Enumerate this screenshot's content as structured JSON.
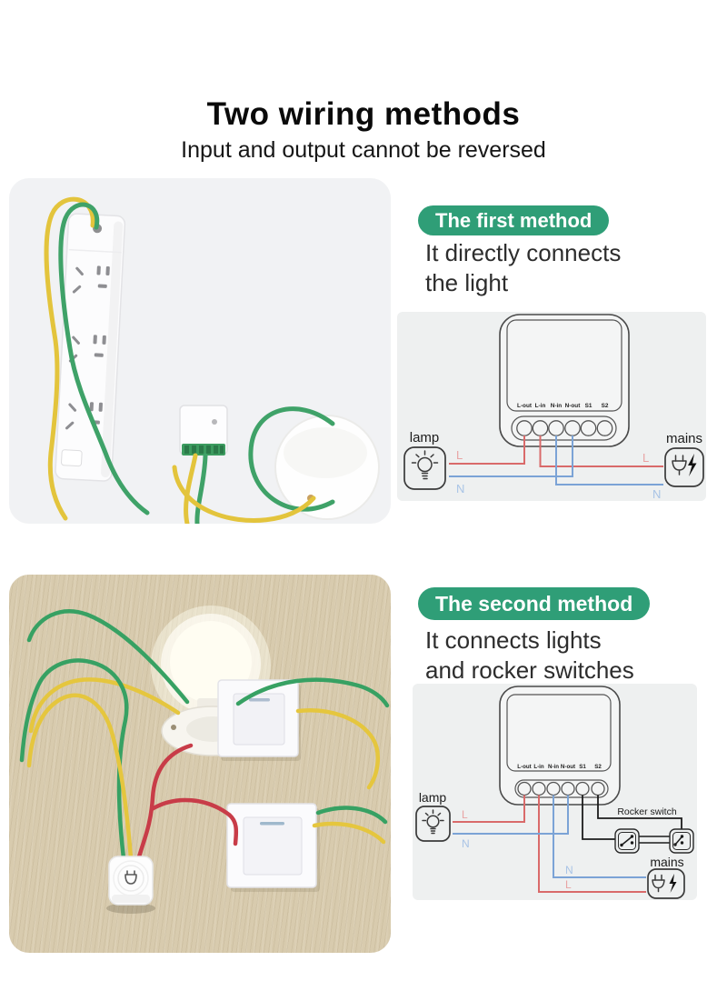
{
  "header": {
    "title": "Two wiring methods",
    "subtitle": "Input and output cannot be reversed"
  },
  "methods": [
    {
      "badge": "The first method",
      "description": [
        "It directly connects",
        "the light"
      ]
    },
    {
      "badge": "The second method",
      "description": [
        "It connects lights",
        "and rocker switches"
      ]
    }
  ],
  "diagram": {
    "terminals": [
      "L-out",
      "L-in",
      "N-in",
      "N-out",
      "S1",
      "S2"
    ],
    "lamp_label": "lamp",
    "mains_label": "mains",
    "live_label": "L",
    "neutral_label": "N",
    "rocker_label": "Rocker switch"
  },
  "colors": {
    "badge_green": "#2f9e77",
    "wire_live": "#d96a6a",
    "wire_neutral": "#7ba3d6",
    "wire_switch": "#1c1c1c",
    "panel_bg": "#eef0f0"
  }
}
